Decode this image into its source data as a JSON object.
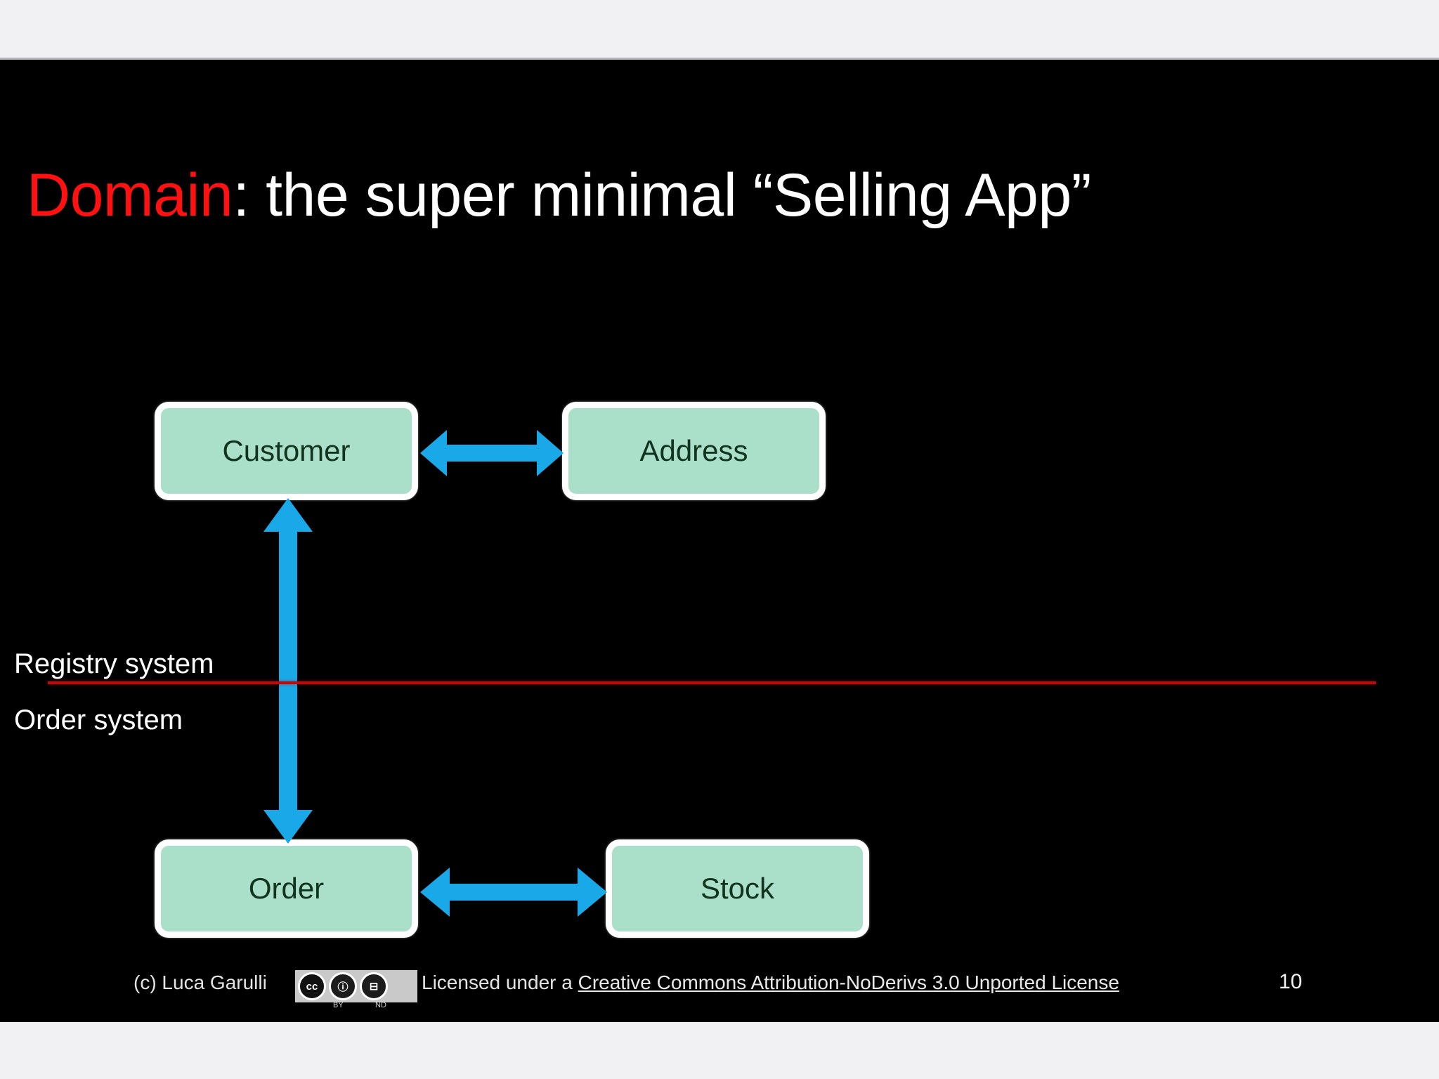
{
  "slide": {
    "background_color": "#000000",
    "page_background": "#f1f0f3",
    "title": {
      "highlight": "Domain",
      "rest": ": the super minimal “Selling App”",
      "highlight_color": "#ff1111",
      "rest_color": "#ffffff"
    },
    "diagram": {
      "box_fill": "#aadfc9",
      "box_border": "#ffffff",
      "box_text_color": "#12331e",
      "arrow_color": "#1aa9e8",
      "divider_color": "#b50e0e",
      "entities": [
        {
          "id": "customer",
          "label": "Customer"
        },
        {
          "id": "address",
          "label": "Address"
        },
        {
          "id": "order",
          "label": "Order"
        },
        {
          "id": "stock",
          "label": "Stock"
        }
      ],
      "connections": [
        {
          "from": "customer",
          "to": "address",
          "style": "double-arrow",
          "orientation": "horizontal"
        },
        {
          "from": "order",
          "to": "stock",
          "style": "double-arrow",
          "orientation": "horizontal"
        },
        {
          "from": "customer",
          "to": "order",
          "style": "double-arrow",
          "orientation": "vertical"
        }
      ],
      "zones": [
        {
          "id": "registry",
          "label": "Registry system"
        },
        {
          "id": "order",
          "label": "Order system"
        }
      ]
    },
    "footer": {
      "author": "(c) Luca Garulli",
      "license_prefix": "Licensed under a ",
      "license_link": "Creative Commons Attribution-NoDerivs 3.0 Unported License",
      "page_number": "10",
      "cc_badges": [
        {
          "id": "cc",
          "glyph": "cc",
          "sub": ""
        },
        {
          "id": "by",
          "glyph": "ⓘ",
          "sub": "BY"
        },
        {
          "id": "nd",
          "glyph": "⊟",
          "sub": "ND"
        }
      ]
    }
  }
}
